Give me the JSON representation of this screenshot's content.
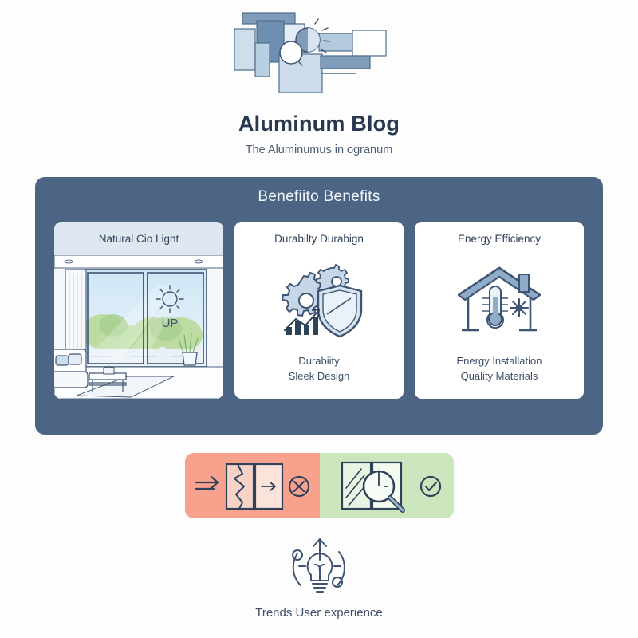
{
  "brand": {
    "title": "Aluminum Blog",
    "subtitle": "The Aluminumus in ogranum",
    "logo_icon": "abstract-blocks-sun-logo"
  },
  "banner": {
    "title": "Benefiito Benefits",
    "background_color": "#4d6585",
    "cards": [
      {
        "heading": "Natural Cio Light",
        "caption": "",
        "illustration_icon": "living-room-sliding-door-scene",
        "inner_label": "UP",
        "background_color": "#dfe8f0",
        "tinted": true
      },
      {
        "heading": "Durabilty Durabign",
        "caption": "Durabiity\nSleek Design",
        "caption_line1": "Durabiity",
        "caption_line2": "Sleek Design",
        "illustration_icon": "gears-shield-growth-chart-icon",
        "background_color": "#ffffff",
        "tinted": false
      },
      {
        "heading": "Energy Efficiency",
        "caption": "Energy Installation\nQuality Materials",
        "caption_line1": "Energy Installation",
        "caption_line2": "Quality Materials",
        "illustration_icon": "house-thermometer-snowflake-icon",
        "background_color": "#ffffff",
        "tinted": false
      }
    ],
    "connector_icon": "chevron-right-connector"
  },
  "comparison": {
    "bad": {
      "background_color": "#f8a18c",
      "arrow_icon": "double-arrow-right-icon",
      "subject_icon": "broken-cracked-window-icon",
      "status_icon": "cross-circle-icon"
    },
    "good": {
      "background_color": "#cbe6bd",
      "subject_icon": "window-inspection-magnifier-icon",
      "status_icon": "check-circle-icon"
    }
  },
  "footer": {
    "icon": "lightbulb-innovation-arrow-icon",
    "caption": "Trends User experience"
  },
  "palette": {
    "ink": "#2e3f55",
    "slate": "#4d6585",
    "line": "#3f5473",
    "pale_blue": "#dfe8f0",
    "sky": "#cfe3f2",
    "leaf": "#a8d08a",
    "salmon": "#f8a18c",
    "mint": "#cbe6bd"
  }
}
